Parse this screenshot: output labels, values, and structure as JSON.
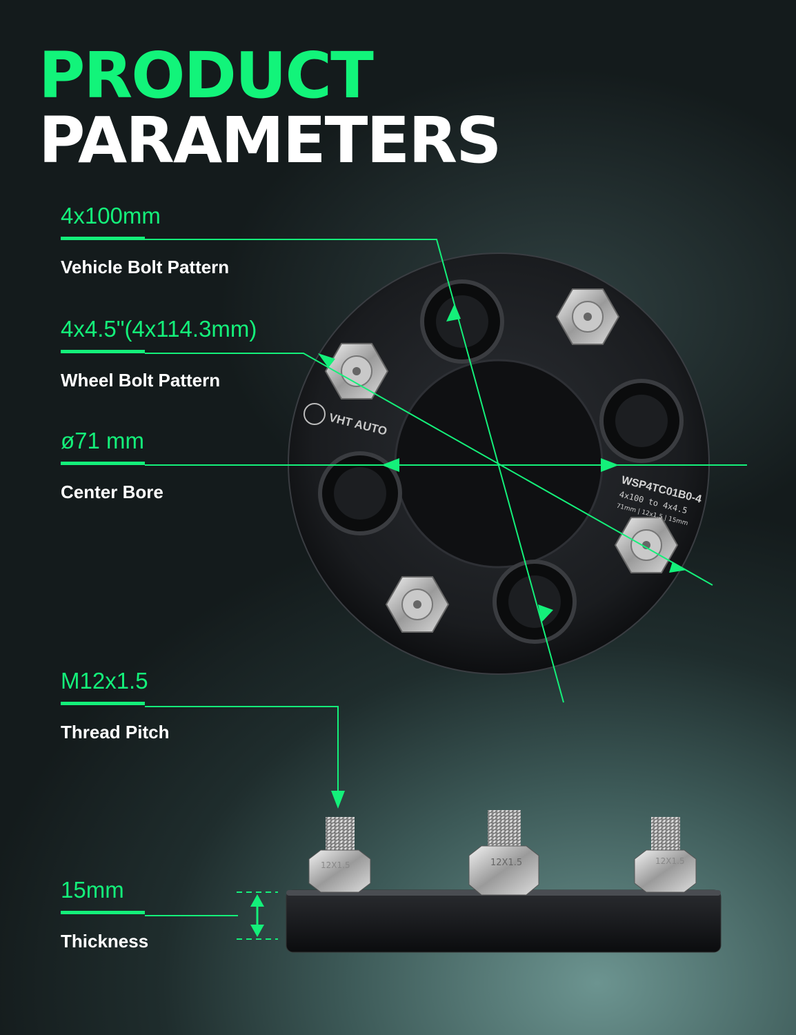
{
  "title": {
    "line1": "PRODUCT",
    "line2": "PARAMETERS"
  },
  "parameters": [
    {
      "value": "4x100mm",
      "label": "Vehicle Bolt Pattern"
    },
    {
      "value": "4x4.5\"(4x114.3mm)",
      "label": "Wheel Bolt Pattern"
    },
    {
      "value": "ø71 mm",
      "label": "Center Bore"
    },
    {
      "value": "M12x1.5",
      "label": "Thread Pitch"
    },
    {
      "value": "15mm",
      "label": "Thickness"
    }
  ],
  "product": {
    "brand": "VHT AUTO",
    "model": "WSP4TC01B0-4",
    "spec_line1": "4x100 to 4x4.5",
    "spec_line2": "71mm | 12x1.5 | 15mm",
    "nut_marking": "12X1.5"
  },
  "colors": {
    "accent": "#14f07a",
    "text": "#ffffff",
    "spacer": "#1a1c1f"
  }
}
